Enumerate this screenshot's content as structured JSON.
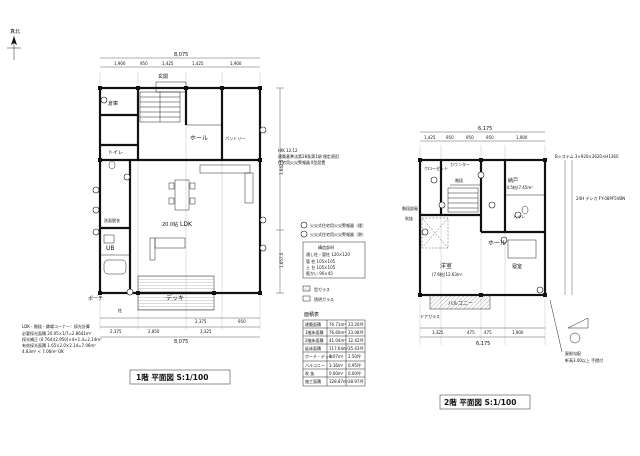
{
  "north_label": "真北",
  "plan1": {
    "title": "1階 平面図 S:1/100",
    "rooms": {
      "storage": "倉庫",
      "toilet": "トイレ",
      "hall": "ホール",
      "ldk": "LDK",
      "ldk_area": "20.0帖",
      "bath": "UB",
      "washroom": "洗面脱衣",
      "deck": "デッキ",
      "entrance": "玄関",
      "porch": "ポーチ",
      "pantry": "パントリー",
      "pole": "柱"
    },
    "dims_top": [
      "1,900",
      "950",
      "1,425",
      "1,425",
      "1,900"
    ],
    "dim_top_total": "8,075",
    "dims_bottom": [
      "2,375",
      "950",
      "2,375",
      "2,850",
      "3,325"
    ],
    "dim_bottom_total": "8,075",
    "dims_right": [
      "3,642.5",
      "1,657.5"
    ],
    "notes": [
      "LDK・階段・踊場コーナー：採光計算",
      "必要採光面積 20.05×1/7=2.8641m²",
      "採光補正 (0.764)(2.950)×4+1.4=2.14m²",
      "有効採光面積 1.65×2.0×2.14=7.06m²",
      "4.83m² < 7.06m² OK"
    ],
    "callouts": [
      "HIK 12.12",
      "建築基準法第28条第1項 規定適用",
      "住宅用火災警報器 Ⅱ型設置"
    ]
  },
  "plan2": {
    "title": "2階 平面図 S:1/100",
    "rooms": {
      "western1": "洋室",
      "western1_area": "(7.6帖)12.63m²",
      "closet": "クローゼット",
      "hall": "ホール",
      "toilet": "トイレ",
      "balcony": "バルコニー",
      "bedroom": "寝室",
      "counter": "カウンター",
      "stair": "階段",
      "void": "吹抜",
      "storage": "納戸",
      "storage_area": "(4.5帖)7.45m²"
    },
    "dims_top": [
      "1,425",
      "950",
      "950",
      "950",
      "1,900"
    ],
    "dim_top_total": "6,175",
    "dims_bottom": [
      "3,325",
      "475",
      "475",
      "1,900"
    ],
    "dim_bottom_total": "6,175",
    "callouts": [
      "Bシステム 3×920×3620×H1360",
      "24H  デシカ FY-08PF5VBN",
      "階段部屋",
      "ドアガラス",
      "屋根勾配",
      "軒高3.00以上 手摺付"
    ]
  },
  "legend": {
    "alarm1": "火災式住宅用火災警報器（煙）",
    "alarm2": "火災式住宅用火災警報器（熱）",
    "box_title": "構造部材",
    "rows": [
      "通し柱・管柱  120×120",
      "管 柱  105×105",
      "土 台  105×105",
      "筋かい  90×45"
    ],
    "glass1": "型ガラス",
    "glass2": "透明ガラス"
  },
  "area_table": {
    "title": "面積表",
    "rows": [
      [
        "建築面積",
        "76.71m²",
        "23.20坪"
      ],
      [
        "1階床面積",
        "76.60m²",
        "23.08坪"
      ],
      [
        "2階床面積",
        "41.04m²",
        "12.42坪"
      ],
      [
        "延床面積",
        "117.64m²",
        "35.43坪"
      ],
      [
        "ポーチ・デッキ",
        "8.07m²",
        "2.50坪"
      ],
      [
        "バルコニー",
        "3.16m²",
        "0.95坪"
      ],
      [
        "吹 抜",
        "0.00m²",
        "0.00坪"
      ],
      [
        "施工面積",
        "128.87m²",
        "38.97坪"
      ]
    ]
  }
}
